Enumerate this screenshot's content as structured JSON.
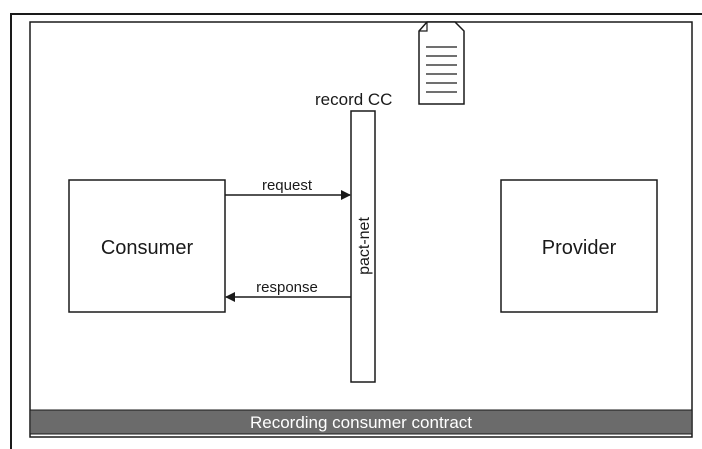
{
  "diagram": {
    "consumer_label": "Consumer",
    "provider_label": "Provider",
    "mock_label": "pact-net",
    "request_label": "request",
    "response_label": "response",
    "record_label": "record CC",
    "caption": "Recording consumer contract"
  },
  "colors": {
    "caption_bar": "#6b6b6b",
    "caption_text": "#ffffff",
    "stroke": "#1a1a1a"
  }
}
